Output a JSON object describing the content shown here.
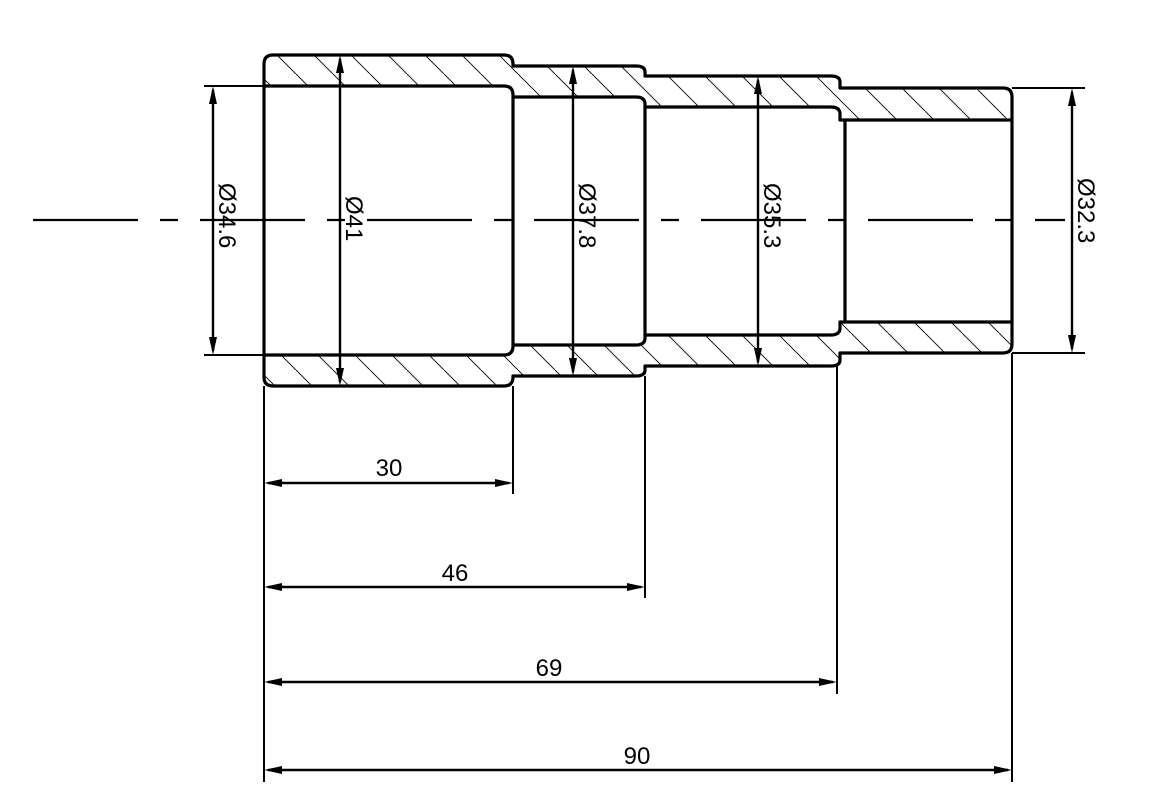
{
  "drawing": {
    "type": "stepped-bushing-cross-section",
    "colors": {
      "line": "#000000",
      "background": "#ffffff"
    },
    "diameter_labels": [
      {
        "id": "d1",
        "text": "Ø34.6"
      },
      {
        "id": "d2",
        "text": "Ø41"
      },
      {
        "id": "d3",
        "text": "Ø37.8"
      },
      {
        "id": "d4",
        "text": "Ø35.3"
      },
      {
        "id": "d5",
        "text": "Ø32.3"
      }
    ],
    "length_labels": [
      {
        "id": "l1",
        "text": "30"
      },
      {
        "id": "l2",
        "text": "46"
      },
      {
        "id": "l3",
        "text": "69"
      },
      {
        "id": "l4",
        "text": "90"
      }
    ]
  }
}
